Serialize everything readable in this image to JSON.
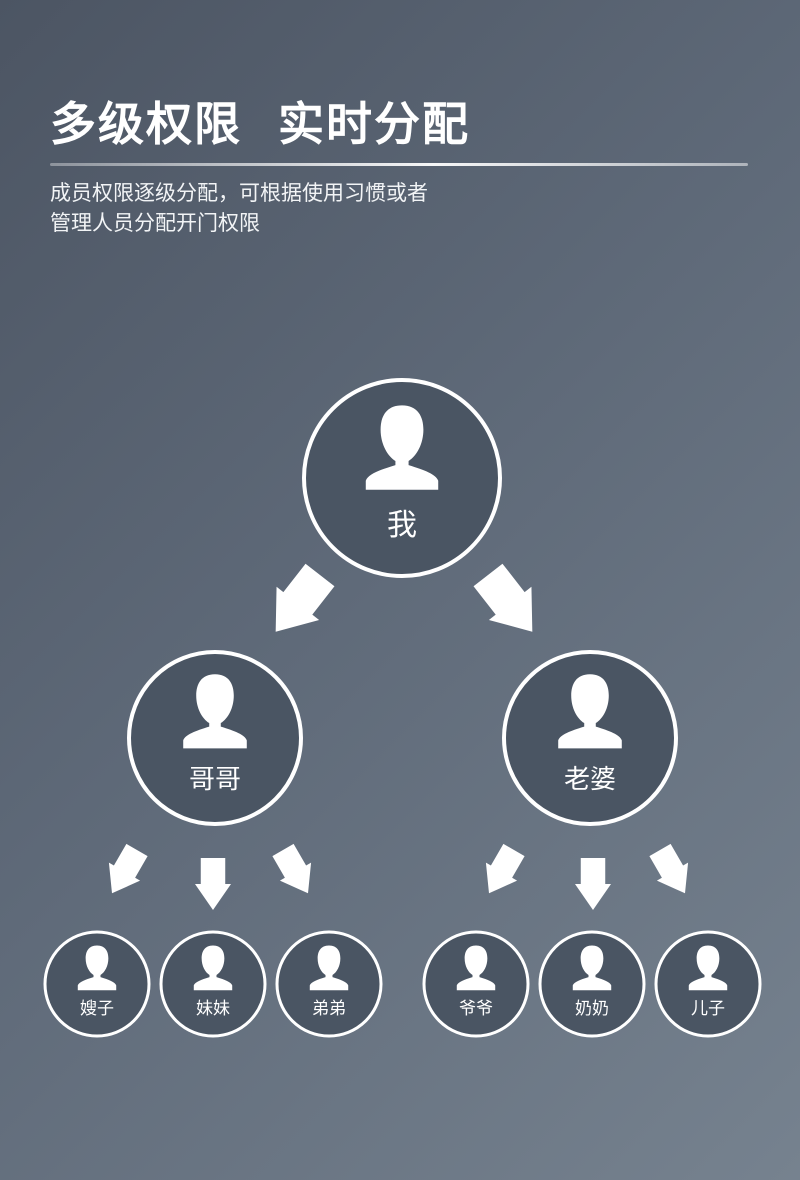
{
  "header": {
    "title": "多级权限  实时分配",
    "subtitle_lines": [
      "成员权限逐级分配，可根据使用习惯或者",
      "管理人员分配开门权限"
    ]
  },
  "colors": {
    "node_fill": "#4a5563",
    "node_ring": "#ffffff",
    "arrow": "#ffffff",
    "avatar": "#ffffff"
  },
  "tree": {
    "root": {
      "label": "我",
      "icon": "person-avatar-icon"
    },
    "children": [
      {
        "label": "哥哥",
        "icon": "person-avatar-icon",
        "children": [
          {
            "label": "嫂子",
            "icon": "person-avatar-icon"
          },
          {
            "label": "妹妹",
            "icon": "person-avatar-icon"
          },
          {
            "label": "弟弟",
            "icon": "person-avatar-icon"
          }
        ]
      },
      {
        "label": "老婆",
        "icon": "person-avatar-icon",
        "children": [
          {
            "label": "爷爷",
            "icon": "person-avatar-icon"
          },
          {
            "label": "奶奶",
            "icon": "person-avatar-icon"
          },
          {
            "label": "儿子",
            "icon": "person-avatar-icon"
          }
        ]
      }
    ]
  }
}
